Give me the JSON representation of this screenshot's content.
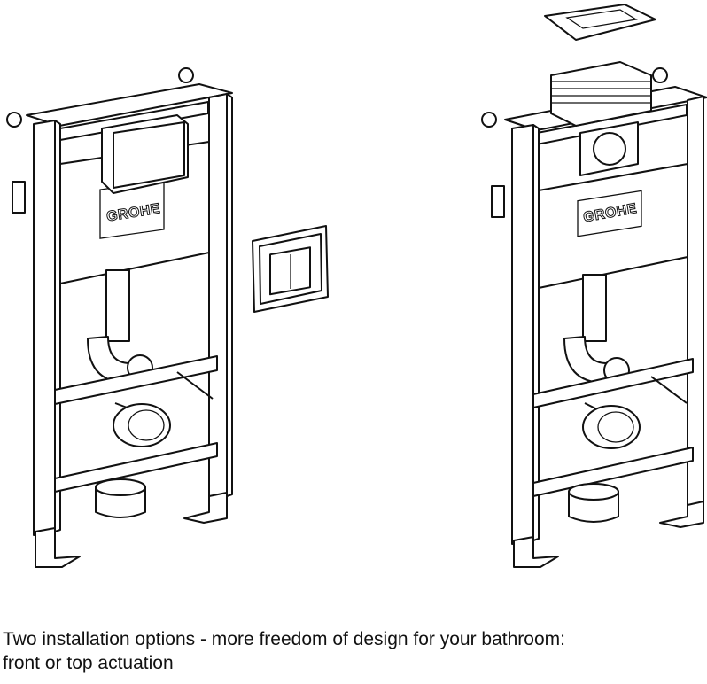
{
  "illustrations": {
    "left_frame": {
      "brand_logo": "GROHE",
      "actuation": "front"
    },
    "right_frame": {
      "brand_logo": "GROHE",
      "actuation": "top"
    }
  },
  "caption": {
    "line1": "Two installation options - more freedom of design for your bathroom:",
    "line2": "front or top actuation"
  }
}
